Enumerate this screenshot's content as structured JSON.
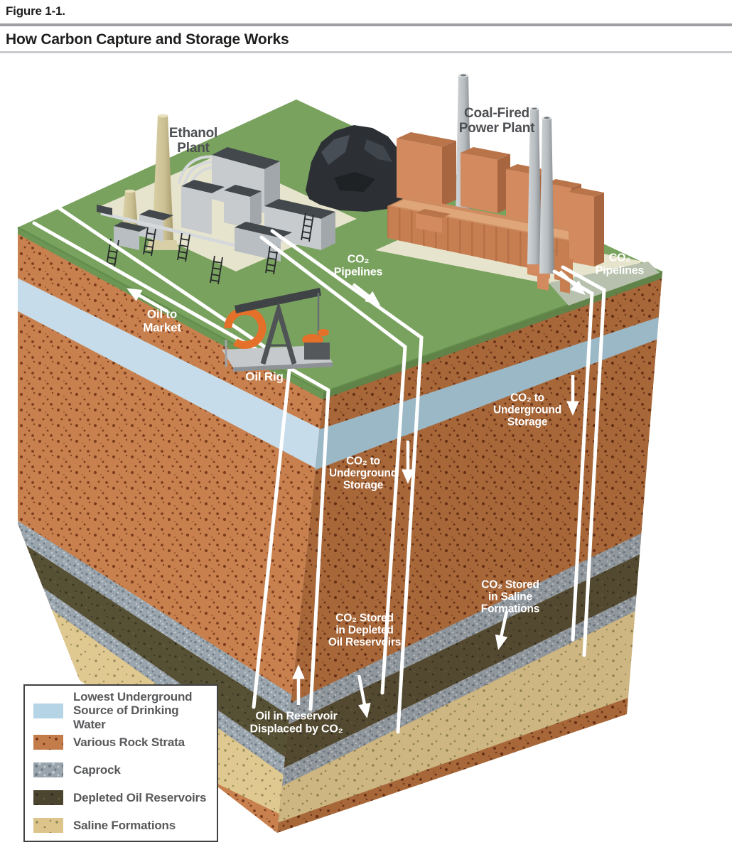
{
  "header": {
    "figure_label": "Figure 1-1.",
    "title": "How Carbon Capture and Storage Works"
  },
  "diagram": {
    "labels": {
      "ethanol_plant": "Ethanol\nPlant",
      "coal_plant": "Coal-Fired\nPower Plant",
      "co2_pipelines_mid": "CO₂\nPipelines",
      "co2_pipelines_right": "CO₂\nPipelines",
      "oil_to_market": "Oil to\nMarket",
      "oil_rig": "Oil Rig",
      "co2_storage_mid": "CO₂ to\nUnderground\nStorage",
      "co2_storage_right": "CO₂ to\nUnderground\nStorage",
      "co2_depleted": "CO₂ Stored\nin Depleted\nOil Reservoirs",
      "co2_saline": "CO₂ Stored\nin Saline\nFormations",
      "oil_displaced": "Oil in Reservoir\nDisplaced by CO₂"
    },
    "legend": {
      "items": [
        {
          "label": "Lowest Underground\nSource of Drinking Water",
          "color": "#b5d4e6",
          "texture": "water"
        },
        {
          "label": "Various Rock Strata",
          "color": "#c47c4b",
          "texture": "rock"
        },
        {
          "label": "Caprock",
          "color": "#99a4ac",
          "texture": "caprock"
        },
        {
          "label": "Depleted Oil Reservoirs",
          "color": "#4b442e",
          "texture": "oil"
        },
        {
          "label": "Saline Formations",
          "color": "#dcc48b",
          "texture": "saline"
        }
      ]
    },
    "colors": {
      "surface_green": "#79a25e",
      "rock_left": "#c8814e",
      "rock_right": "#b06f40",
      "drinking_water": "#c6dcea",
      "caprock": "#9aa5ad",
      "depleted_oil": "#565035",
      "saline": "#dfc990",
      "power_plant_orange": "#cd8257",
      "ethanol_plant_gray": "#c7cbce",
      "pad_beige": "#e7e4cd",
      "pipeline_white": "#ffffff"
    }
  }
}
